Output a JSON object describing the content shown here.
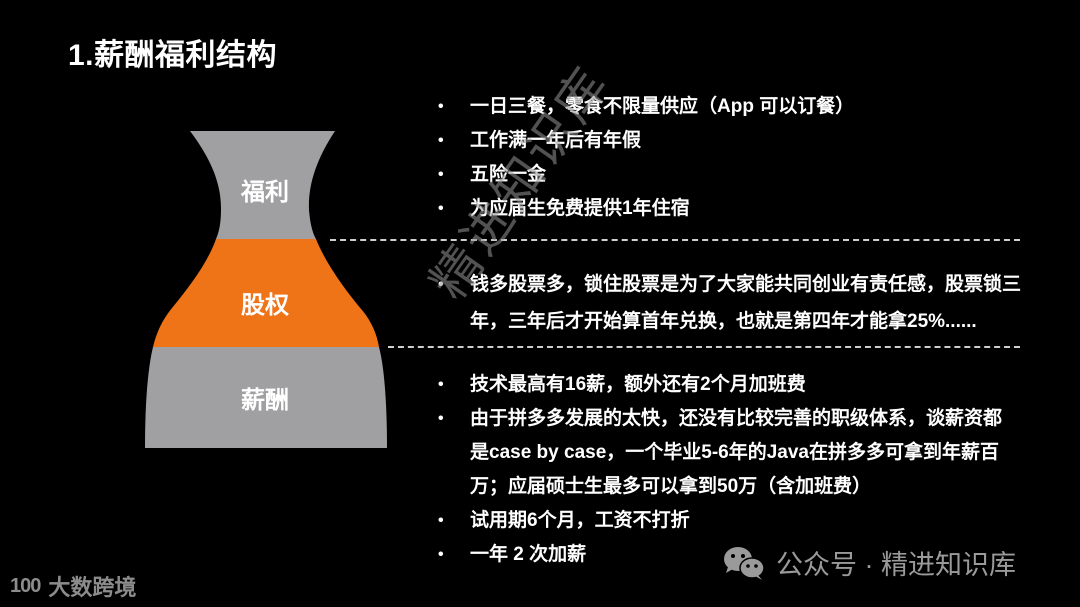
{
  "title": "1.薪酬福利结构",
  "vase": {
    "sections": [
      {
        "label": "福利",
        "color": "#a09fa1"
      },
      {
        "label": "股权",
        "color": "#ef7317"
      },
      {
        "label": "薪酬",
        "color": "#a09fa1"
      }
    ]
  },
  "benefits": {
    "bullet": "•",
    "items": [
      "一日三餐，零食不限量供应（App 可以订餐）",
      "工作满一年后有年假",
      "五险一金",
      "为应届生免费提供1年住宿"
    ]
  },
  "equity": {
    "bullet": "•",
    "items": [
      "钱多股票多，锁住股票是为了大家能共同创业有责任感，股票锁三年，三年后才开始算首年兑换，也就是第四年才能拿25%......"
    ]
  },
  "salary": {
    "bullet": "•",
    "items": [
      "技术最高有16薪，额外还有2个月加班费",
      "由于拼多多发展的太快，还没有比较完善的职级体系，谈薪资都是case by case，一个毕业5-6年的Java在拼多多可拿到年薪百万；应届硕士生最多可以拿到50万（含加班费）",
      "试用期6个月，工资不打折",
      "一年 2 次加薪"
    ]
  },
  "watermark": "精进知识库",
  "footer": {
    "wechat_label": "公众号 · 精进知识库",
    "logo_mark": "100",
    "logo_text": "大数跨境"
  }
}
